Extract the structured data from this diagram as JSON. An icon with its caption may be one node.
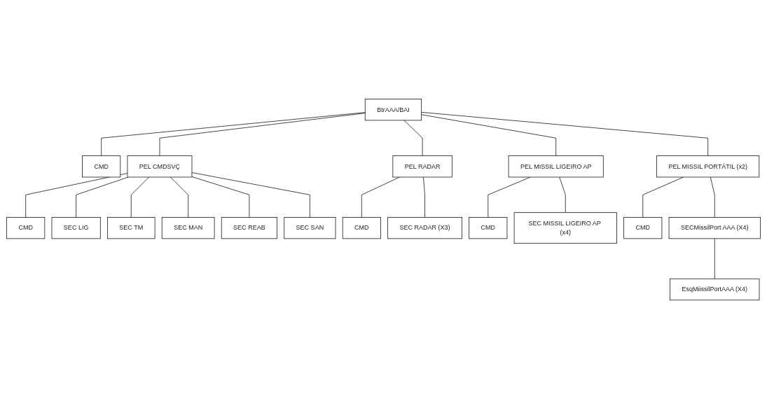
{
  "diagram": {
    "nodes": [
      {
        "text": [
          "BtrAAA/BAI"
        ]
      },
      {
        "text": [
          "CMD"
        ]
      },
      {
        "text": [
          "PEL CMDSVÇ"
        ]
      },
      {
        "text": [
          "PEL RADAR"
        ]
      },
      {
        "text": [
          "PEL MISSIL LIGEIRO AP"
        ]
      },
      {
        "text": [
          "PEL MISSIL PORTÁTIL (x2)"
        ]
      },
      {
        "text": [
          "CMD"
        ]
      },
      {
        "text": [
          "SEC LIG"
        ]
      },
      {
        "text": [
          "SEC TM"
        ]
      },
      {
        "text": [
          "SEC MAN"
        ]
      },
      {
        "text": [
          "SEC REAB"
        ]
      },
      {
        "text": [
          "SEC SAN"
        ]
      },
      {
        "text": [
          "CMD"
        ]
      },
      {
        "text": [
          "SEC RADAR (X3)"
        ]
      },
      {
        "text": [
          "CMD"
        ]
      },
      {
        "text": [
          "SEC MISSIL LIGEIRO AP (x4)"
        ]
      },
      {
        "text": [
          "CMD"
        ]
      },
      {
        "text": [
          "SECMissilPort AAA (X4)"
        ]
      },
      {
        "text": [
          "EsqMiissilPortAAA (X4)"
        ]
      }
    ],
    "edges": [
      {
        "from": 0,
        "to": 1,
        "arrow": "none"
      },
      {
        "from": 0,
        "to": 2,
        "arrow": "none"
      },
      {
        "from": 0,
        "to": 3,
        "arrow": "none"
      },
      {
        "from": 0,
        "to": 4,
        "arrow": "none"
      },
      {
        "from": 0,
        "to": 5,
        "arrow": "none"
      },
      {
        "from": 2,
        "to": 6,
        "arrow": "none"
      },
      {
        "from": 2,
        "to": 7,
        "arrow": "none"
      },
      {
        "from": 2,
        "to": 8,
        "arrow": "none"
      },
      {
        "from": 2,
        "to": 9,
        "arrow": "none"
      },
      {
        "from": 2,
        "to": 10,
        "arrow": "none"
      },
      {
        "from": 2,
        "to": 11,
        "arrow": "none"
      },
      {
        "from": 3,
        "to": 12,
        "arrow": "none"
      },
      {
        "from": 3,
        "to": 13,
        "arrow": "none"
      },
      {
        "from": 4,
        "to": 14,
        "arrow": "none"
      },
      {
        "from": 4,
        "to": 15,
        "arrow": "none"
      },
      {
        "from": 5,
        "to": 16,
        "arrow": "none"
      },
      {
        "from": 5,
        "to": 17,
        "arrow": "none"
      },
      {
        "from": 17,
        "to": 18,
        "arrow": "none"
      }
    ]
  }
}
